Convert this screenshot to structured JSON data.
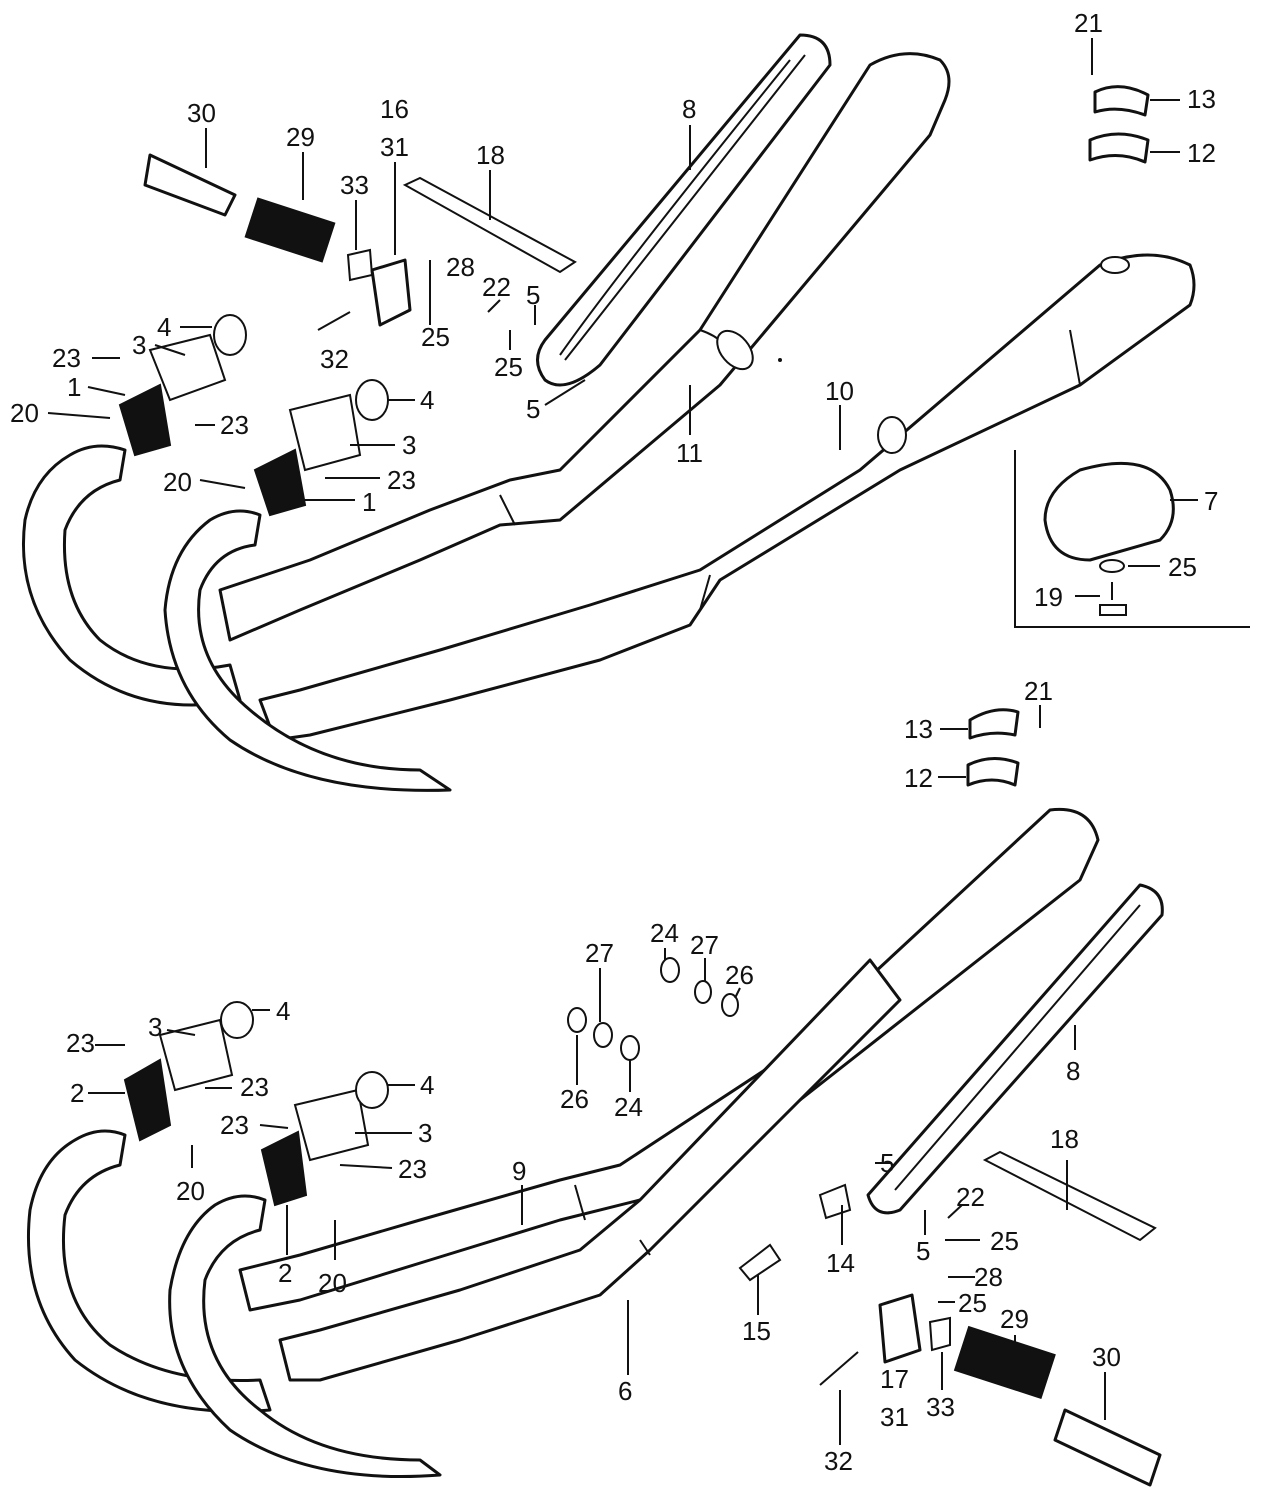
{
  "callouts": {
    "upper": {
      "c21": "21",
      "c13": "13",
      "c12": "12",
      "c30": "30",
      "c29": "29",
      "c16": "16",
      "c31": "31",
      "c33": "33",
      "c18": "18",
      "c8": "8",
      "c28": "28",
      "c22": "22",
      "c5a": "5",
      "c25a": "25",
      "c25b": "25",
      "c32": "32",
      "c5b": "5",
      "c11": "11",
      "c10": "10",
      "c4a": "4",
      "c3a": "3",
      "c23a": "23",
      "c1a": "1",
      "c20a": "20",
      "c23b": "23",
      "c4b": "4",
      "c3b": "3",
      "c20b": "20",
      "c23c": "23",
      "c1b": "1"
    },
    "inset": {
      "c7": "7",
      "c25": "25",
      "c19": "19"
    },
    "lower": {
      "c21": "21",
      "c13": "13",
      "c12": "12",
      "c24a": "24",
      "c27a": "27",
      "c27b": "27",
      "c26a": "26",
      "c26b": "26",
      "c24b": "24",
      "c4a": "4",
      "c3a": "3",
      "c23a": "23",
      "c2a": "2",
      "c23b": "23",
      "c4b": "4",
      "c23c": "23",
      "c3b": "3",
      "c23d": "23",
      "c20a": "20",
      "c2b": "2",
      "c20b": "20",
      "c9": "9",
      "c8": "8",
      "c18": "18",
      "c5a": "5",
      "c22": "22",
      "c5b": "5",
      "c25a": "25",
      "c14": "14",
      "c28": "28",
      "c25b": "25",
      "c15": "15",
      "c29": "29",
      "c30": "30",
      "c6": "6",
      "c17": "17",
      "c31": "31",
      "c33": "33",
      "c32": "32"
    }
  }
}
